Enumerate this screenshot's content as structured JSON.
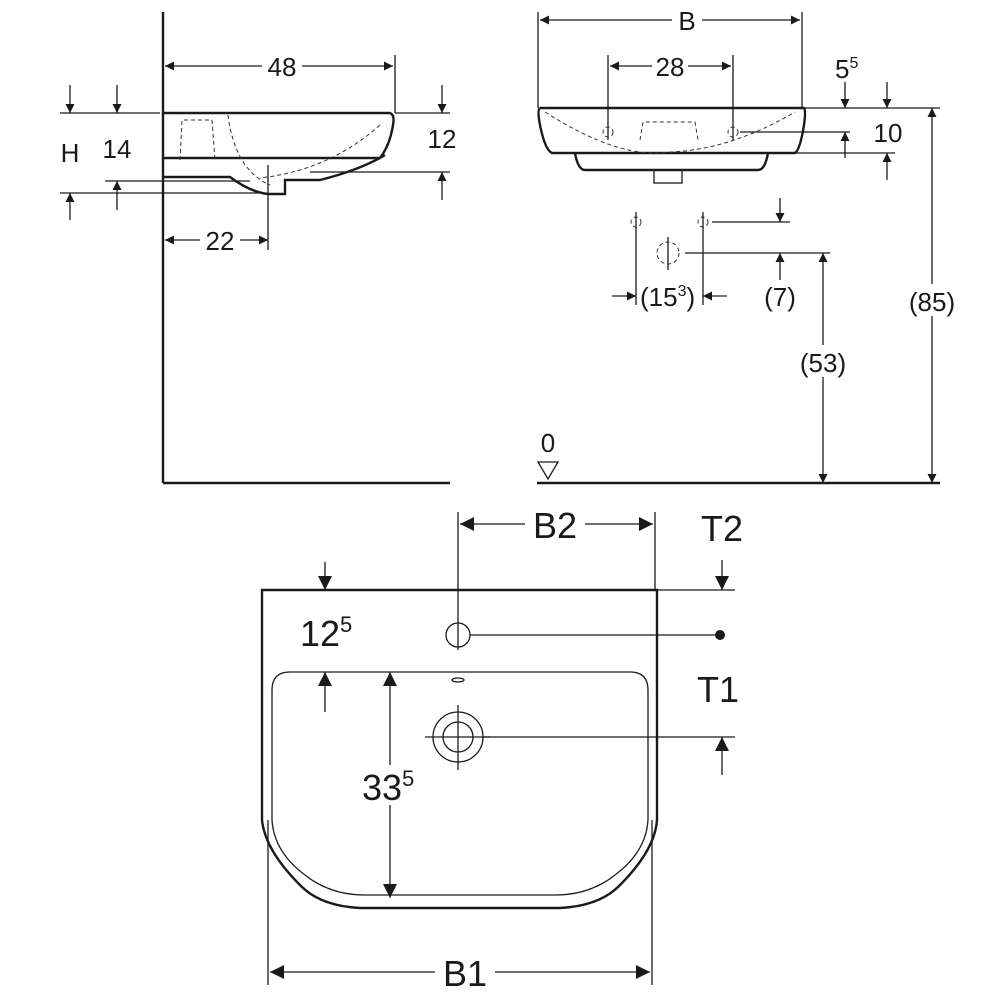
{
  "side_view": {
    "width": "48",
    "height_label": "H",
    "height": "14",
    "basin_depth": "12",
    "drain_offset": "22"
  },
  "front_view": {
    "width_label": "B",
    "tap_spacing": "28",
    "rim_offset": "5",
    "rim_offset_sup": "5",
    "tap_height": "10",
    "supply_spacing_open": "(15",
    "supply_spacing_sup": "3",
    "supply_spacing_close": ")",
    "supply_offset": "(7)",
    "drain_height": "(53)",
    "rim_height": "(85)",
    "floor_label": "0"
  },
  "top_view": {
    "b2": "B2",
    "t2": "T2",
    "t1": "T1",
    "rim_depth": "12",
    "rim_depth_sup": "5",
    "bowl_depth": "33",
    "bowl_depth_sup": "5",
    "b1": "B1"
  }
}
